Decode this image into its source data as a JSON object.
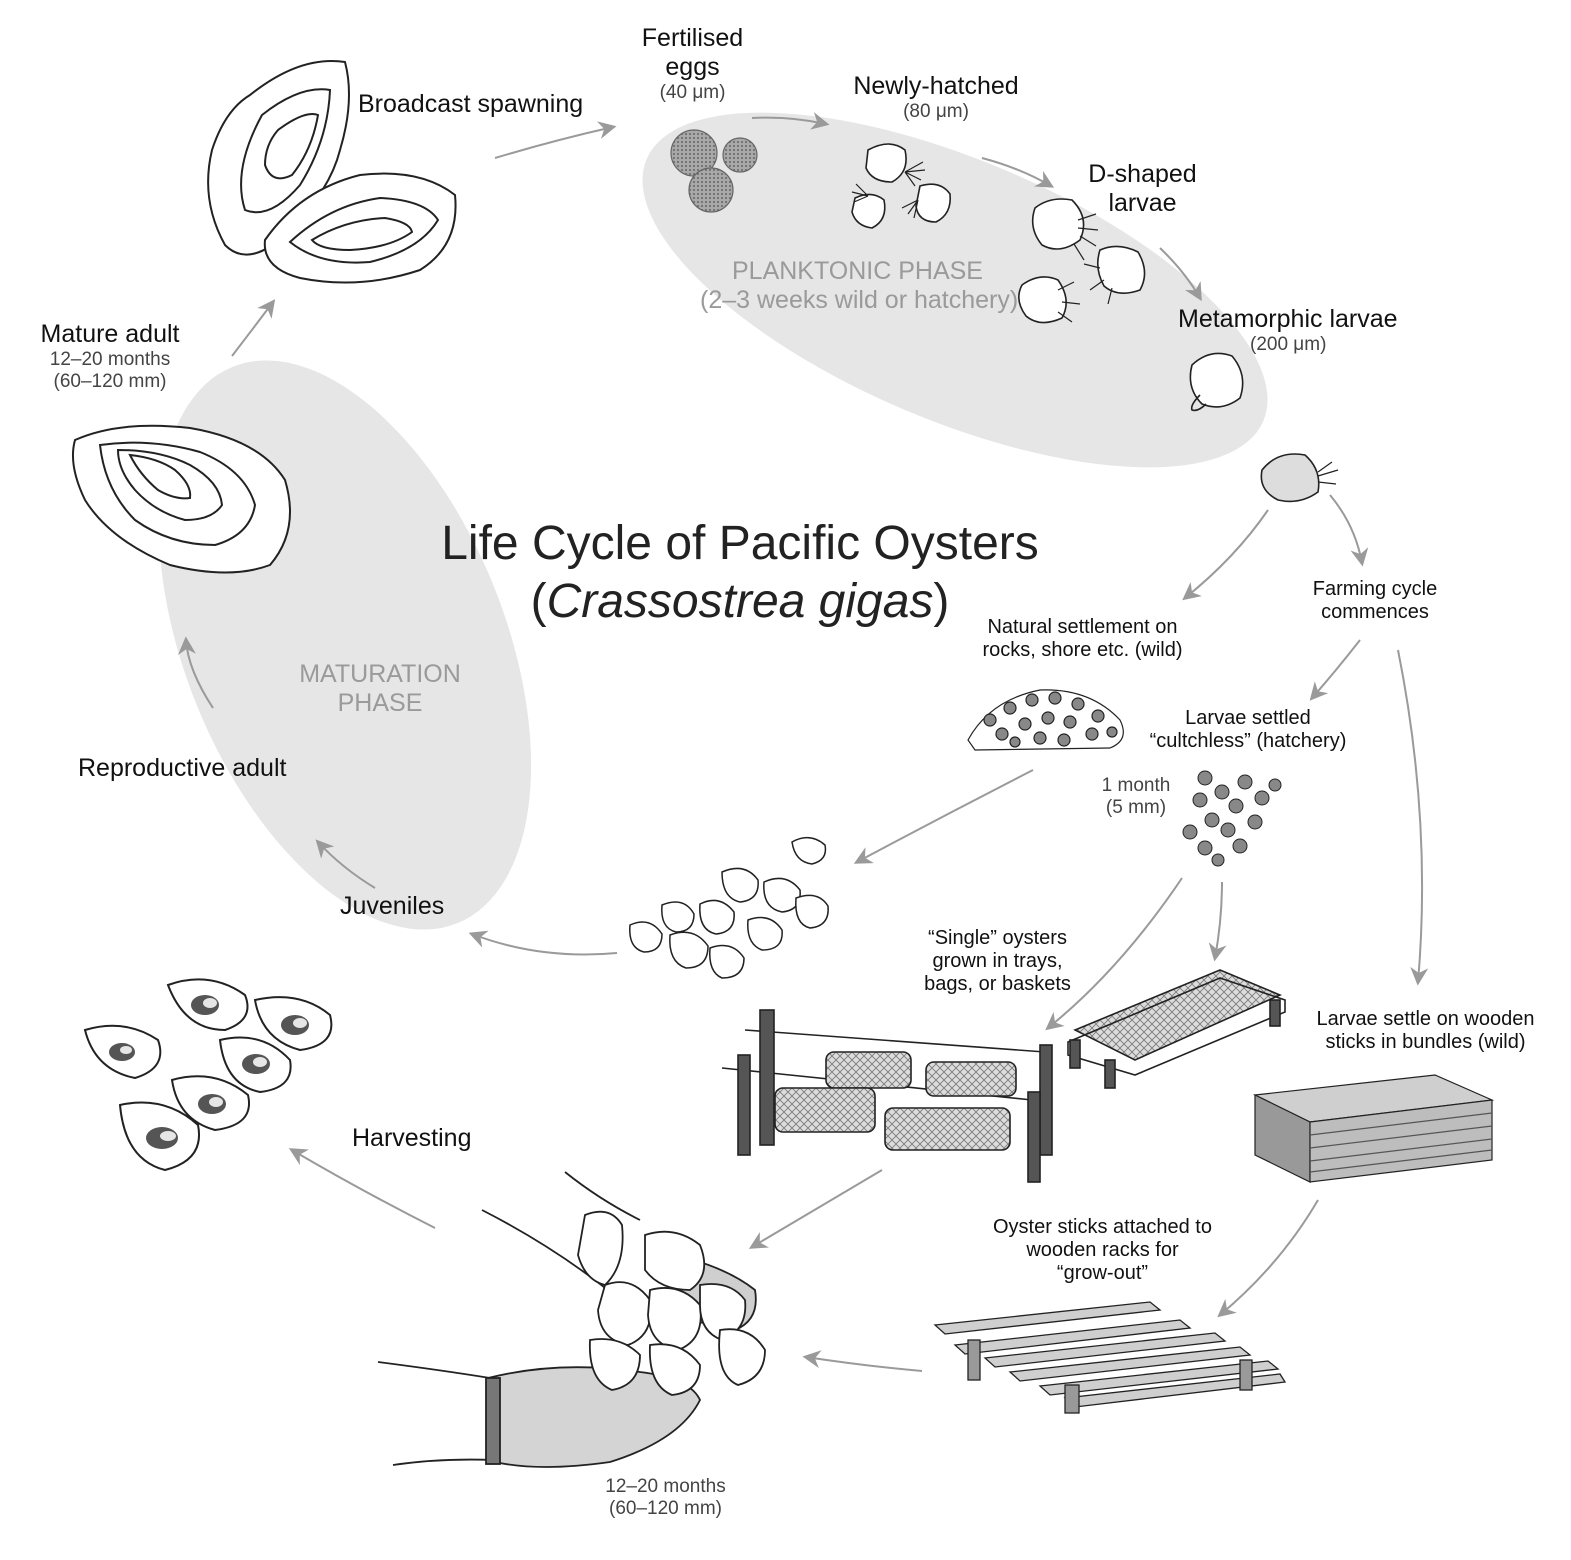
{
  "title": {
    "line1": "Life Cycle of Pacific Oysters",
    "line2_open": "(",
    "line2_italic": "Crassostrea gigas",
    "line2_close": ")"
  },
  "phases": {
    "planktonic": {
      "line1": "PLANKTONIC PHASE",
      "line2": "(2–3 weeks wild or hatchery)"
    },
    "maturation": {
      "line1": "MATURATION",
      "line2": "PHASE"
    }
  },
  "stages": {
    "broadcast_spawning": "Broadcast spawning",
    "fertilised_eggs": {
      "line1": "Fertilised",
      "line2": "eggs",
      "size": "(40 μm)"
    },
    "newly_hatched": {
      "line1": "Newly-hatched",
      "size": "(80 μm)"
    },
    "d_shaped": {
      "line1": "D-shaped",
      "line2": "larvae"
    },
    "metamorphic": {
      "line1": "Metamorphic larvae",
      "size": "(200 μm)"
    },
    "farming_cycle": {
      "line1": "Farming cycle",
      "line2": "commences"
    },
    "natural_settlement": {
      "line1": "Natural settlement on",
      "line2": "rocks, shore etc. (wild)"
    },
    "larvae_settled": {
      "line1": "Larvae settled",
      "line2": "“cultchless” (hatchery)"
    },
    "one_month": {
      "line1": "1 month",
      "line2": "(5 mm)"
    },
    "single_oysters": {
      "line1": "“Single” oysters",
      "line2": "grown in trays,",
      "line3": "bags, or baskets"
    },
    "wooden_sticks": {
      "line1": "Larvae settle on wooden",
      "line2": "sticks in bundles (wild)"
    },
    "grow_out": {
      "line1": "Oyster sticks attached to",
      "line2": "wooden racks for",
      "line3": "“grow-out”"
    },
    "harvesting": "Harvesting",
    "harvest_age": {
      "line1": "12–20 months",
      "line2": "(60–120 mm)"
    },
    "juveniles": "Juveniles",
    "reproductive_adult": "Reproductive adult",
    "mature_adult": {
      "line1": "Mature adult",
      "line2": "12–20 months",
      "line3": "(60–120 mm)"
    }
  },
  "colors": {
    "phase_fill": "#e6e6e6",
    "arrow": "#9a9a9a",
    "line_art": "#222222",
    "shell_fill": "#ffffff",
    "dark_fill": "#555555"
  }
}
